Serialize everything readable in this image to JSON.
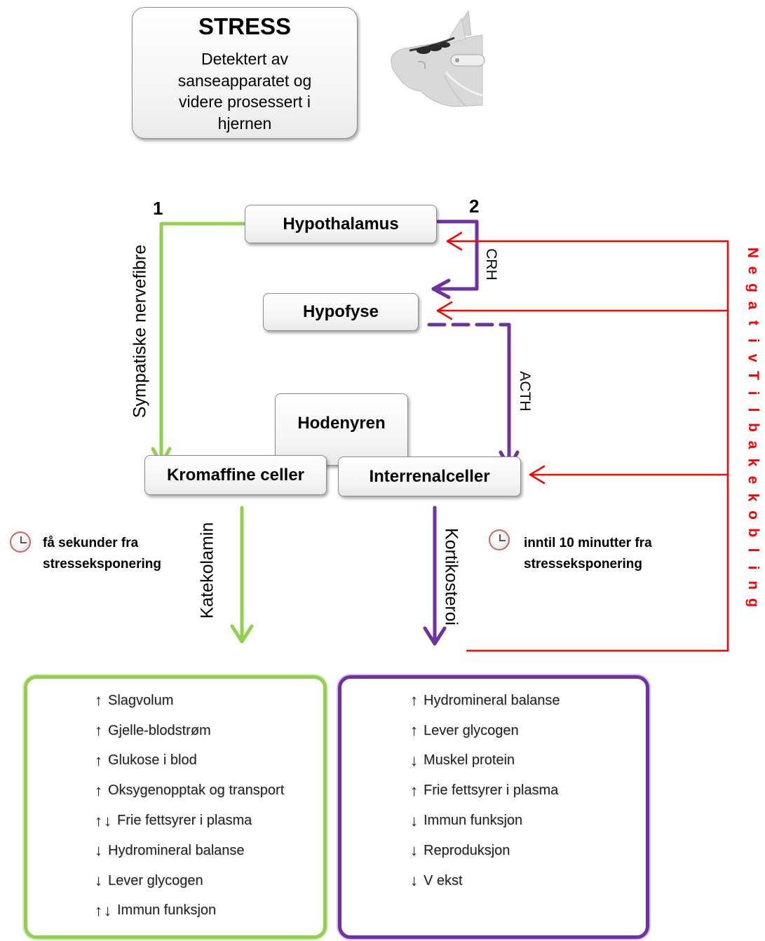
{
  "stress": {
    "title": "STRESS",
    "lines": [
      "Detektert av",
      "sanseapparatet og",
      "videre prosessert i",
      "hjernen"
    ]
  },
  "pathway_numbers": {
    "one": "1",
    "two": "2"
  },
  "nodes": {
    "hypothalamus": "Hypothalamus",
    "hypofyse": "Hypofyse",
    "hodenyren": "Hodenyren",
    "kromaffine": "Kromaffine celler",
    "interrenal": "Interrenalceller"
  },
  "edge_labels": {
    "sympatiske": "Sympatiske nervefibre",
    "crh": "CRH",
    "acth": "ACTH",
    "katekolamin": "Katekolamin",
    "kortikosteroi": "Kortikosteroi"
  },
  "feedback_label": "Negativ Tilbakekobling",
  "timing": {
    "fast": [
      "få sekunder fra",
      "stresseksponering"
    ],
    "slow": [
      "inntil 10 minutter fra",
      "stresseksponering"
    ]
  },
  "colors": {
    "green": "#92d050",
    "purple": "#7030a0",
    "red": "#ff0000"
  },
  "katekolamin_effects": [
    {
      "arrow": "↑",
      "text": "Slagvolum"
    },
    {
      "arrow": "↑",
      "text": "Gjelle-blodstrøm"
    },
    {
      "arrow": "↑",
      "text": "Glukose i blod"
    },
    {
      "arrow": "↑",
      "text": "Oksygenopptak og transport"
    },
    {
      "arrow": "↑↓",
      "text": "Frie fettsyrer i plasma"
    },
    {
      "arrow": "↓",
      "text": "Hydromineral balanse"
    },
    {
      "arrow": "↓",
      "text": "Lever glycogen"
    },
    {
      "arrow": "↑↓",
      "text": "Immun funksjon"
    }
  ],
  "kortikosteroid_effects": [
    {
      "arrow": "↑",
      "text": "Hydromineral balanse"
    },
    {
      "arrow": "↑",
      "text": "Lever glycogen"
    },
    {
      "arrow": "↓",
      "text": "Muskel protein"
    },
    {
      "arrow": "↑",
      "text": "Frie fettsyrer i plasma"
    },
    {
      "arrow": "↓",
      "text": "Immun funksjon"
    },
    {
      "arrow": "↓",
      "text": "Reproduksjon"
    },
    {
      "arrow": "↓",
      "text": "V ekst"
    }
  ],
  "icons": {
    "fish": "fish-head-illustration",
    "clock": "clock-icon"
  }
}
